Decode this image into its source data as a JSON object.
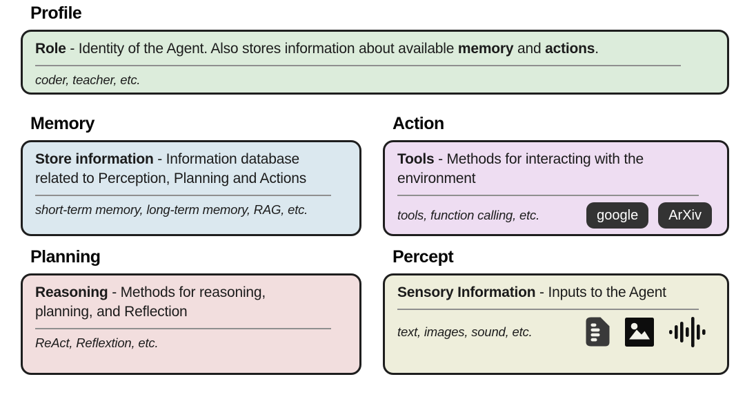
{
  "colors": {
    "background": "#ffffff",
    "card_border": "#1e1e1e",
    "profile_bg": "#dcecdb",
    "memory_bg": "#dbe8ef",
    "action_bg": "#eeddf2",
    "planning_bg": "#f2dede",
    "percept_bg": "#eeeedb",
    "divider": "#8f8f8f",
    "chip_bg": "#333333",
    "chip_text": "#ffffff",
    "document_icon": "#3a3a3a",
    "image_icon": "#0d0d0d",
    "waveform_icon": "#111111"
  },
  "sections": {
    "profile": {
      "heading": "Profile",
      "term": "Role",
      "desc_1": " - Identity of the Agent. Also stores information about available ",
      "bold_1": "memory",
      "desc_2": " and ",
      "bold_2": "actions",
      "desc_3": ".",
      "examples": "coder, teacher, etc."
    },
    "memory": {
      "heading": "Memory",
      "term": "Store information",
      "desc": " - Information database\nrelated to Perception, Planning and Actions",
      "examples": "short-term memory, long-term memory, RAG, etc."
    },
    "action": {
      "heading": "Action",
      "term": "Tools",
      "desc": " - Methods for interacting with the\nenvironment",
      "examples": "tools, function calling, etc.",
      "buttons": [
        "google",
        "ArXiv"
      ]
    },
    "planning": {
      "heading": "Planning",
      "term": "Reasoning",
      "desc": " - Methods for reasoning,\nplanning, and Reflection",
      "examples": "ReAct, Reflextion, etc."
    },
    "percept": {
      "heading": "Percept",
      "term": "Sensory Information",
      "desc": " - Inputs to the Agent",
      "examples": "text, images, sound, etc.",
      "icons": [
        "document-icon",
        "image-icon",
        "audio-waveform-icon"
      ]
    }
  }
}
